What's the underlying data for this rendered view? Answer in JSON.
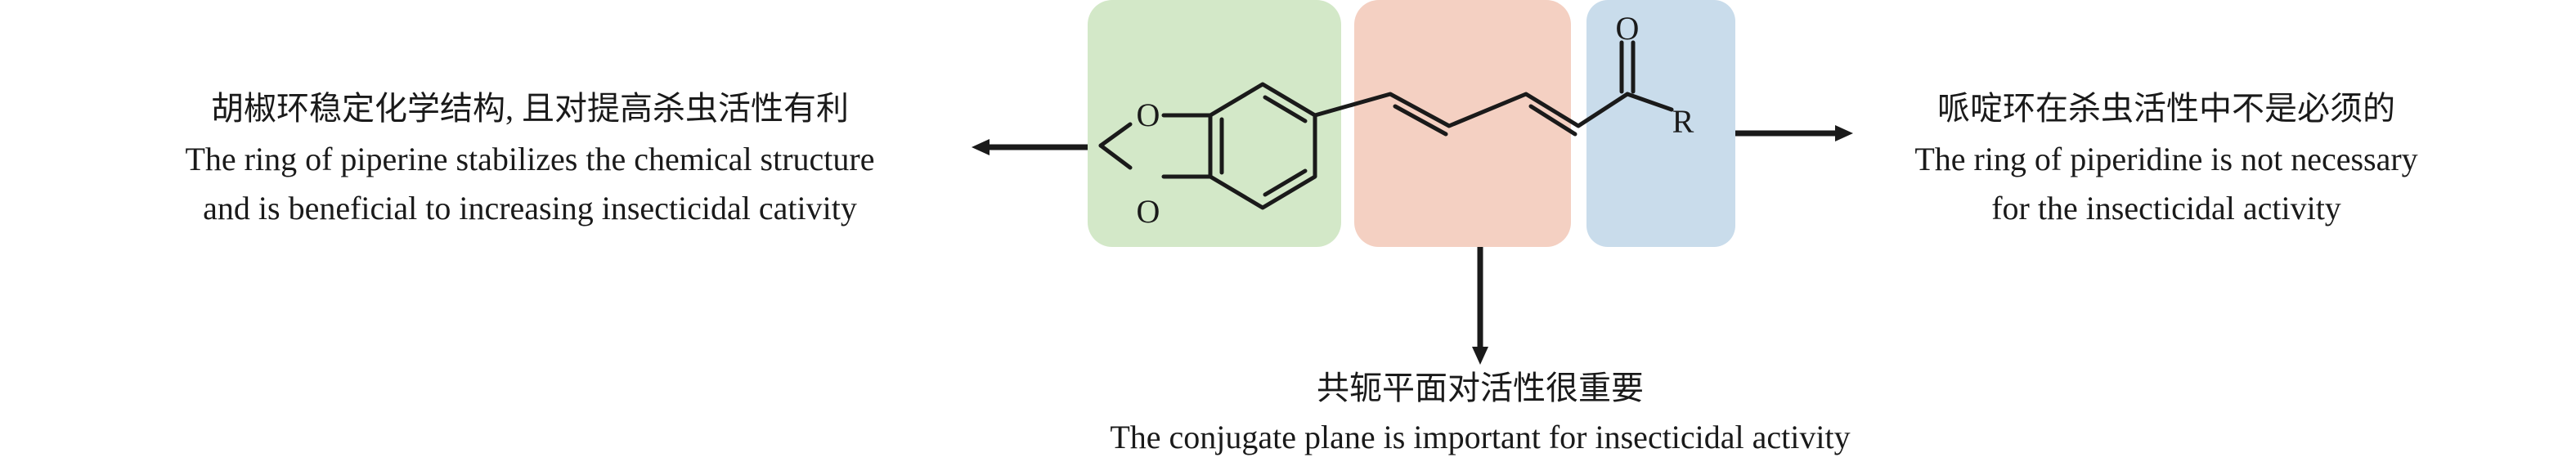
{
  "colors": {
    "benzodioxole_box": "#d3e8c8",
    "chain_box": "#f4d0c2",
    "carbonyl_box": "#c9dceb",
    "ink": "#1a1a1a"
  },
  "atoms": {
    "oxygen_upper": "O",
    "oxygen_lower": "O",
    "oxygen_carbonyl": "O",
    "r_group": "R"
  },
  "left_note": {
    "zh": "胡椒环稳定化学结构, 且对提高杀虫活性有利",
    "en_line1": "The ring of piperine stabilizes the chemical structure",
    "en_line2": "and is beneficial to increasing insecticidal cativity"
  },
  "right_note": {
    "zh": "哌啶环在杀虫活性中不是必须的",
    "en_line1": "The ring of piperidine is not necessary",
    "en_line2": "for the insecticidal activity"
  },
  "bottom_note": {
    "zh": "共轭平面对活性很重要",
    "en_line1": "The conjugate plane is important for insecticidal activity"
  }
}
